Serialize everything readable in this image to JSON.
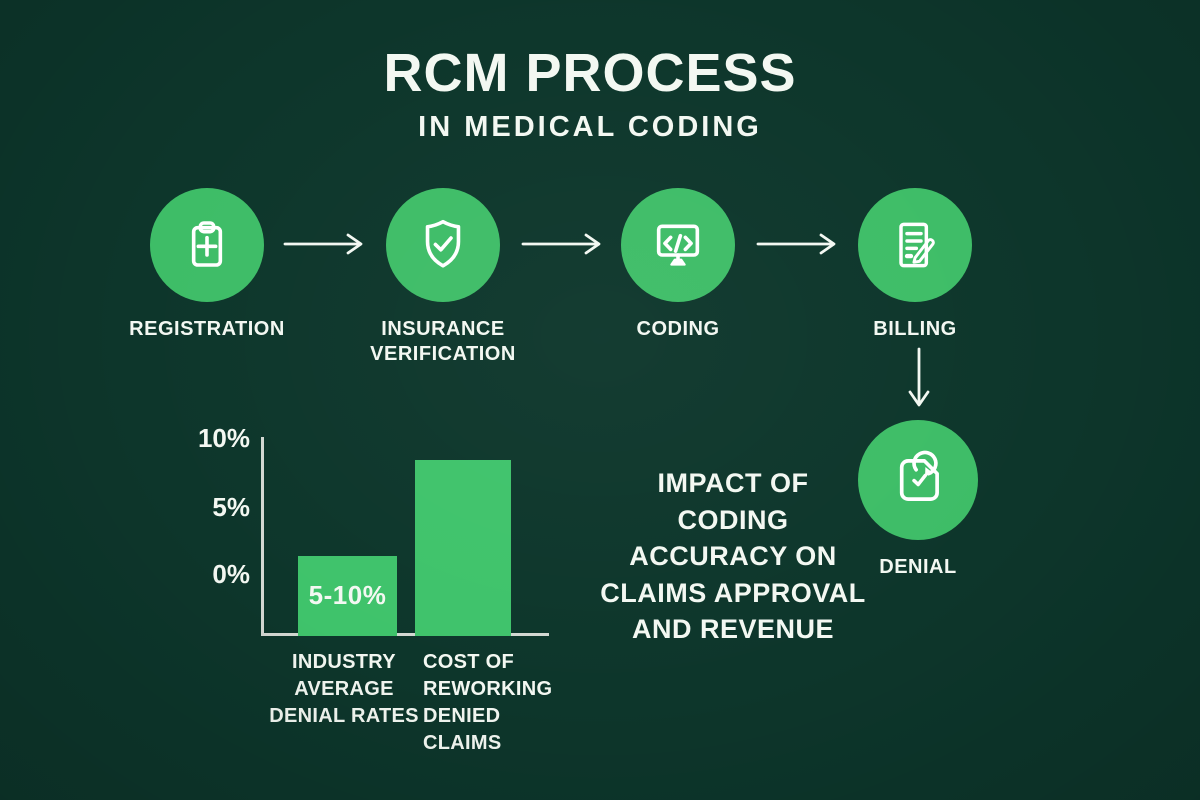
{
  "title": {
    "main": "RCM PROCESS",
    "subtitle": "IN MEDICAL CODING"
  },
  "colors": {
    "background": "#0d362b",
    "circle": "#3ebd67",
    "bar": "#3fc36b",
    "text": "#f3f8f2",
    "axis": "#d3d8d2",
    "icon": "#ffffff"
  },
  "flow": {
    "steps": [
      {
        "label": "REGISTRATION",
        "icon": "clipboard-plus-icon"
      },
      {
        "label": "INSURANCE VERIFICATION",
        "icon": "shield-check-icon"
      },
      {
        "label": "CODING",
        "icon": "monitor-code-icon"
      },
      {
        "label": "BILLING",
        "icon": "document-pen-icon"
      }
    ],
    "denial": {
      "label": "DENIAL",
      "icon": "refresh-check-icon"
    }
  },
  "impact": {
    "lines": [
      "IMPACT OF",
      "CODING",
      "ACCURACY ON",
      "CLAIMS APPROVAL",
      "AND REVENUE"
    ]
  },
  "chart_data": {
    "type": "bar",
    "title": "",
    "xlabel": "",
    "ylabel": "",
    "categories": [
      "INDUSTRY AVERAGE DENIAL RATES",
      "COST OF REWORKING DENIED CLAIMS"
    ],
    "categories_lines": [
      [
        "INDUSTRY",
        "AVERAGE",
        "DENIAL RATES"
      ],
      [
        "COST OF",
        "REWORKING",
        "DENIED",
        "CLAIMS"
      ]
    ],
    "values": [
      4.1,
      9.0
    ],
    "bar_labels": [
      "5-10%",
      ""
    ],
    "yticks": [
      "10%",
      "5%",
      "0%"
    ],
    "ylim": [
      0,
      10
    ],
    "grid": false,
    "legend": false
  }
}
